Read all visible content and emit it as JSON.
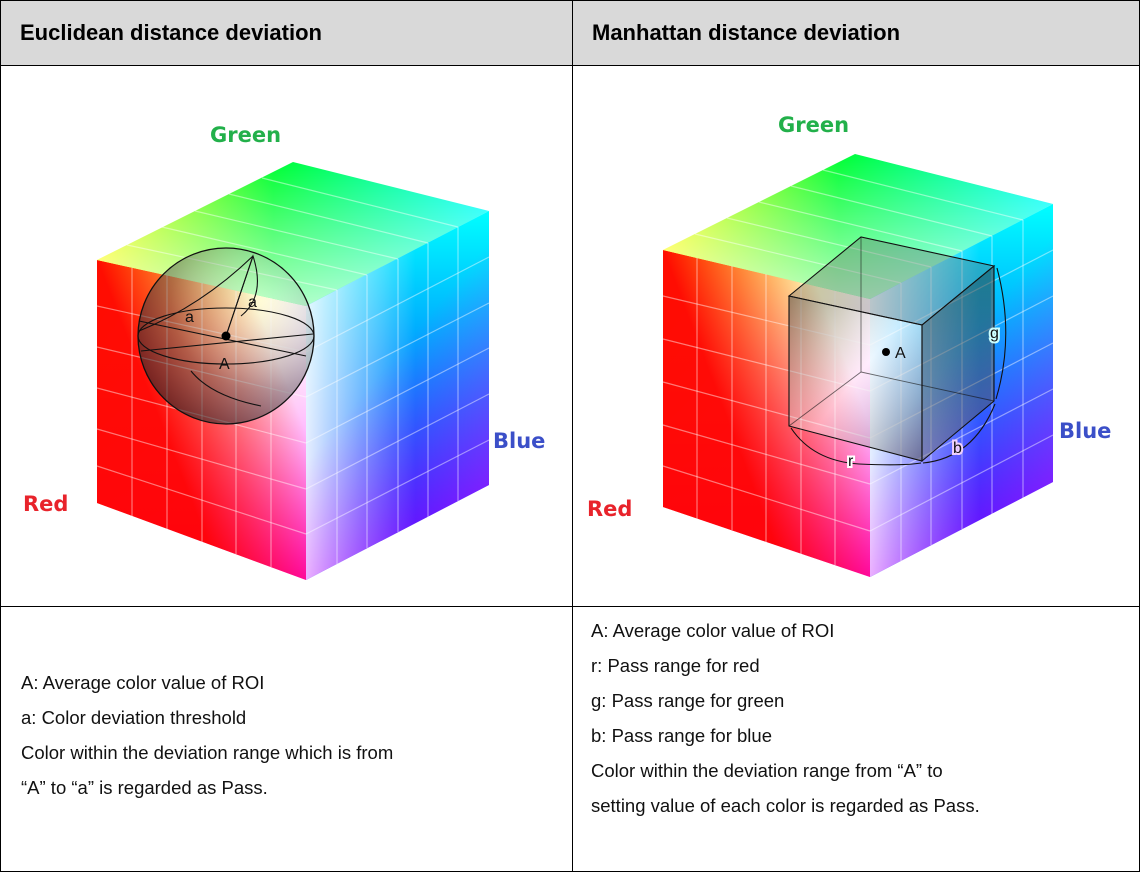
{
  "headers": {
    "left": "Euclidean distance deviation",
    "right": "Manhattan distance deviation"
  },
  "axes": {
    "green": "Green",
    "blue": "Blue",
    "red": "Red"
  },
  "colors": {
    "green_label": "#22b04a",
    "blue_label": "#3b4fc8",
    "red_label": "#e8232b",
    "header_bg": "#d9d9d9"
  },
  "euclidean": {
    "point_label": "A",
    "radius_label": "a",
    "lines": [
      "A: Average color value of ROI",
      "a: Color deviation threshold",
      "Color within the deviation range which is from",
      "“A” to “a” is regarded as Pass."
    ]
  },
  "manhattan": {
    "point_label": "A",
    "r_label": "r",
    "g_label": "g",
    "b_label": "b",
    "lines": [
      "A: Average color value of ROI",
      "r: Pass range for red",
      "g: Pass range for green",
      "b: Pass range for blue",
      "Color within the deviation range from “A” to",
      "setting value of each color is regarded as Pass."
    ]
  }
}
